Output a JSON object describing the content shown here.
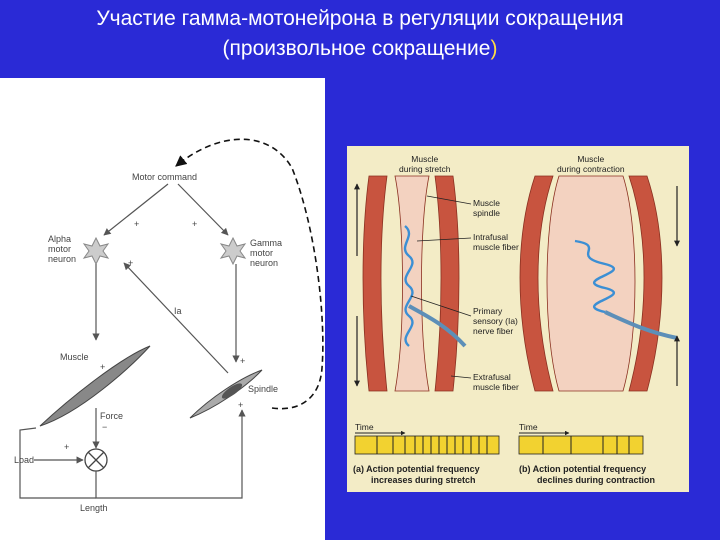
{
  "slide": {
    "title_line1": "Участие гамма-мотонейрона в регуляции сокращения",
    "title_line2": "(произвольное сокращение",
    "title_paren": ")"
  },
  "left_diagram": {
    "motor_command": "Motor command",
    "alpha_neuron": [
      "Alpha",
      "motor",
      "neuron"
    ],
    "gamma_neuron": [
      "Gamma",
      "motor",
      "neuron"
    ],
    "ia": "Ia",
    "muscle": "Muscle",
    "spindle": "Spindle",
    "force": "Force",
    "load": "Load",
    "length": "Length",
    "plus": "+",
    "minus": "−"
  },
  "right_figure": {
    "muscle_stretch": [
      "Muscle",
      "during stretch"
    ],
    "muscle_contraction": [
      "Muscle",
      "during contraction"
    ],
    "muscle_spindle": [
      "Muscle",
      "spindle"
    ],
    "intrafusal": [
      "Intrafusal",
      "muscle fiber"
    ],
    "primary_sensory": [
      "Primary",
      "sensory (Ia)",
      "nerve fiber"
    ],
    "extrafusal": [
      "Extrafusal",
      "muscle fiber"
    ],
    "time_left": "Time",
    "time_right": "Time",
    "caption_a": [
      "(a) Action potential frequency",
      "increases during stretch"
    ],
    "caption_b": [
      "(b) Action potential frequency",
      "declines during contraction"
    ]
  },
  "colors": {
    "background": "#2a2ad6",
    "title_text": "#ffffff",
    "paren_accent": "#ffdd44",
    "muscle_red": "#c8543f",
    "nerve_blue": "#3b8fd4",
    "spike_bar_yellow": "#f2d230"
  }
}
